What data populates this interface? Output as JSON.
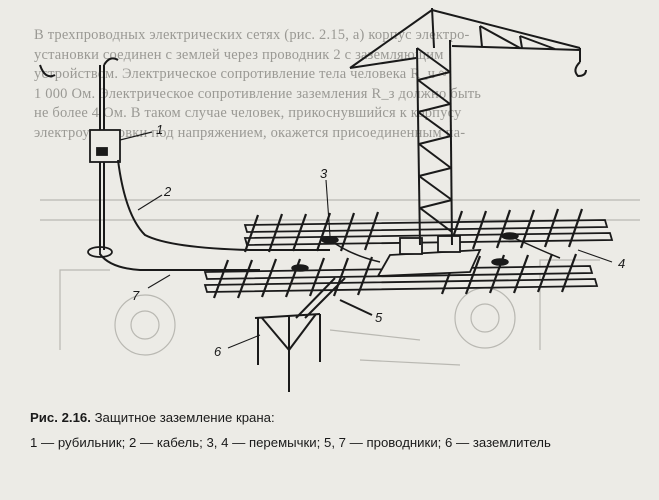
{
  "background_text": [
    "В трехпроводных электрических сетях (рис. 2.15, а) корпус электро-",
    "установки соединен с землей через проводник 2 с заземляющим",
    "устройством. Электрическое сопротивление тела человека R_ч ≈",
    "1 000 Ом. Электрическое сопротивление заземления R_з должно быть",
    "не более 4 Ом. В таком случае человек, прикоснувшийся к корпусу",
    "электроустановки под напряжением, окажется присоединенным па-"
  ],
  "figure_labels": {
    "l1": "1",
    "l2": "2",
    "l3": "3",
    "l4": "4",
    "l5": "5",
    "l6": "6",
    "l7": "7"
  },
  "caption": {
    "title": "Рис. 2.16.",
    "title_rest": " Защитное заземление крана:",
    "line1": "1 — рубильник; 2 — кабель; 3, 4 — перемычки; 5, 7 — проводники; 6 — заземлитель"
  },
  "colors": {
    "paper": "#ecebe6",
    "ink": "#1a1a1a",
    "ghost": "#9a9994"
  }
}
